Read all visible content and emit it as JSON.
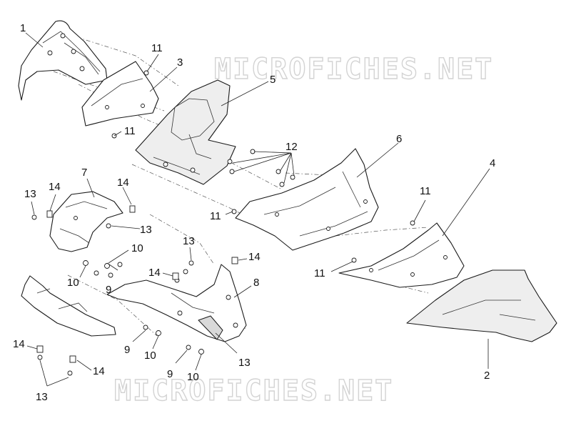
{
  "diagram": {
    "watermark_text": "MICROFICHES.NET",
    "callouts": {
      "c1": "1",
      "c2": "2",
      "c3": "3",
      "c4": "4",
      "c5": "5",
      "c6": "6",
      "c7": "7",
      "c8": "8",
      "c9a": "9",
      "c9b": "9",
      "c9c": "9",
      "c10a": "10",
      "c10b": "10",
      "c10c": "10",
      "c10d": "10",
      "c11a": "11",
      "c11b": "11",
      "c11c": "11",
      "c11d": "11",
      "c11e": "11",
      "c12": "12",
      "c13a": "13",
      "c13b": "13",
      "c13c": "13",
      "c13d": "13",
      "c13e": "13",
      "c14a": "14",
      "c14b": "14",
      "c14c": "14",
      "c14d": "14",
      "c14e": "14",
      "c14f": "14"
    }
  }
}
